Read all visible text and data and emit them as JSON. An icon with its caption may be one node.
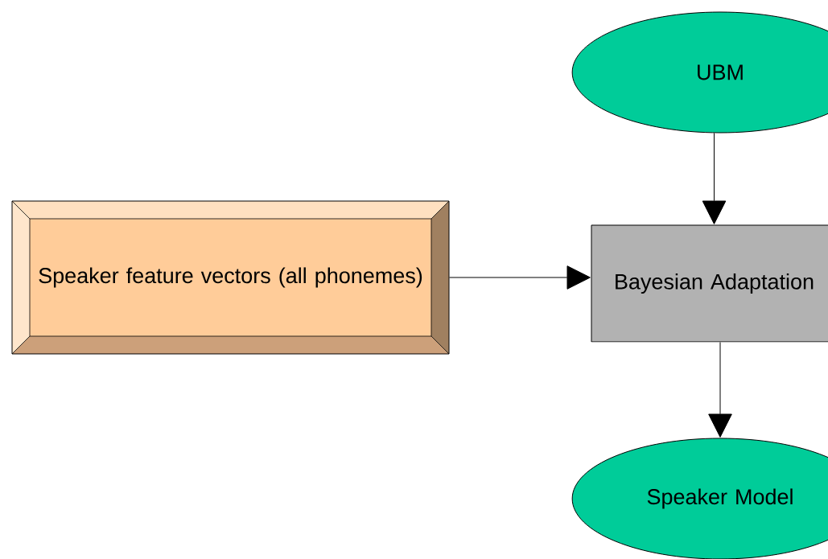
{
  "diagram": {
    "nodes": [
      {
        "text": [
          "UBM"
        ]
      },
      {
        "text": [
          "Speaker feature vectors (all phonemes)"
        ]
      },
      {
        "text": [
          "Bayesian Adaptation"
        ]
      },
      {
        "text": [
          "Speaker Model"
        ]
      }
    ],
    "edges": [
      {
        "from": 0,
        "to": 2,
        "arrow": "to"
      },
      {
        "from": 1,
        "to": 2,
        "arrow": "to"
      },
      {
        "from": 2,
        "to": 3,
        "arrow": "to"
      }
    ]
  }
}
